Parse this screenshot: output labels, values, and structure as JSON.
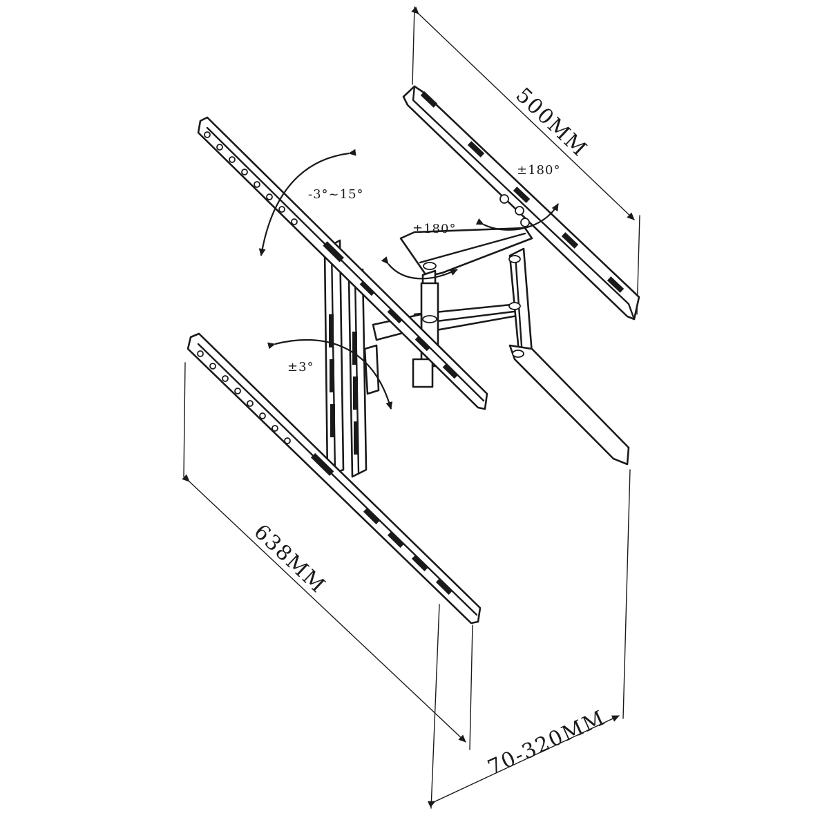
{
  "diagram": {
    "dimensions": {
      "top_bracket_length": "500MM",
      "rail_length": "638MM",
      "depth_range": "70-320MM"
    },
    "angles": {
      "tilt": "-3°~15°",
      "swivel_arm": "±180°",
      "swivel_head": "±180°",
      "level_adjust": "±3°"
    }
  }
}
